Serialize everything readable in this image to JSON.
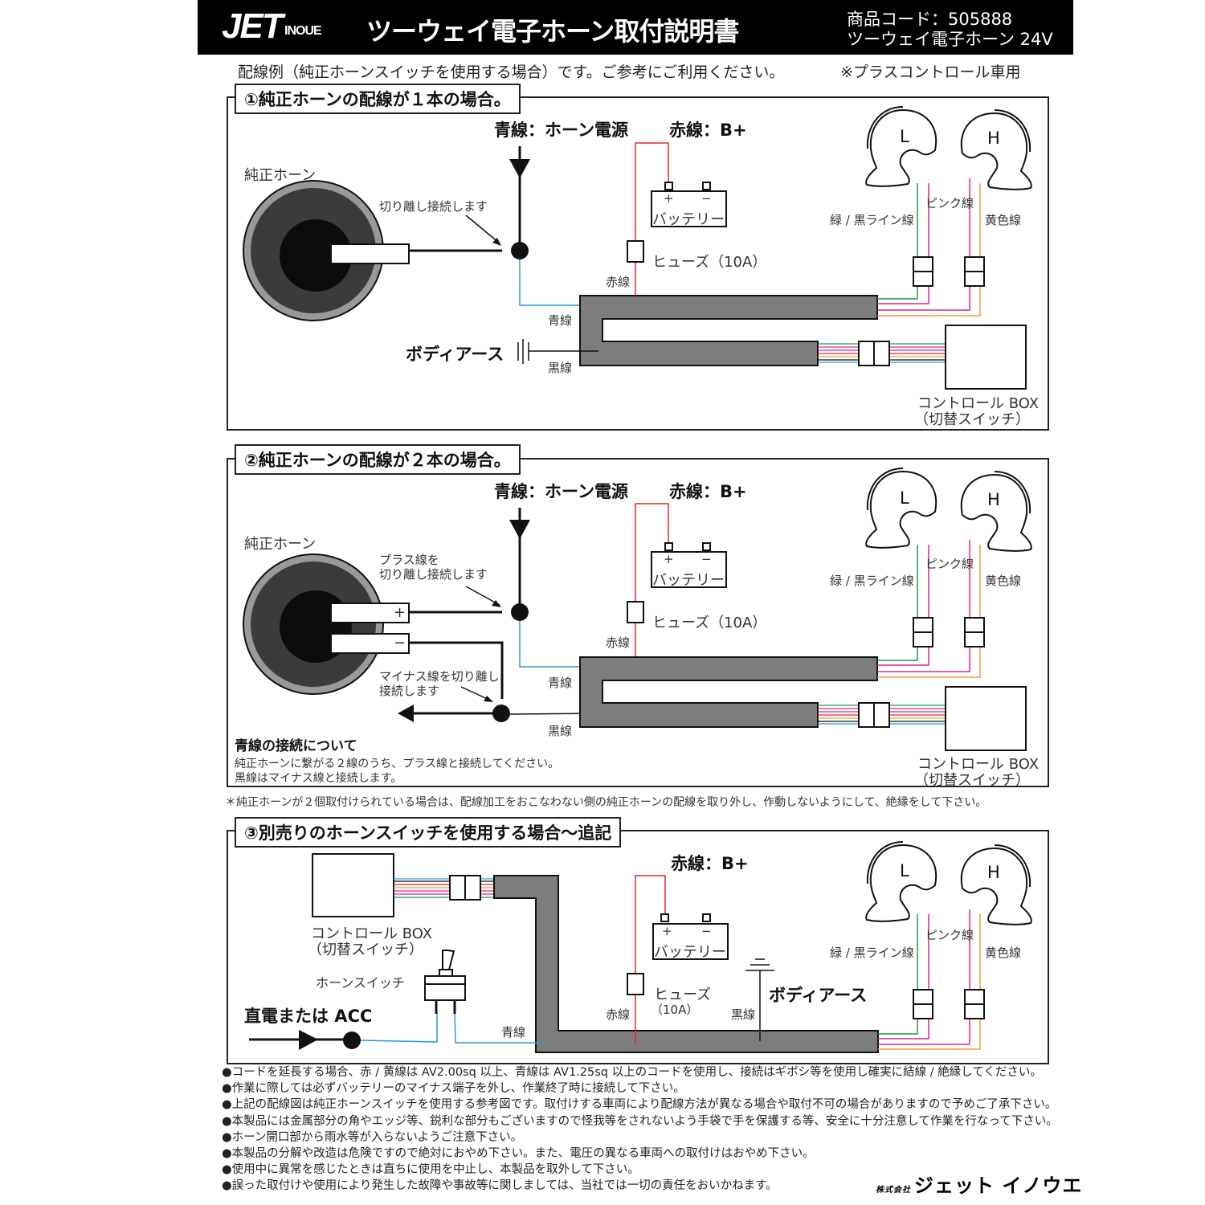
{
  "header": {
    "logo": "JET",
    "logo_sub": "INOUE",
    "title": "ツーウェイ電子ホーン取付説明書",
    "product_code": "商品コード：505888",
    "product_name": "ツーウェイ電子ホーン 24V"
  },
  "intro": {
    "text": "配線例（純正ホーンスイッチを使用する場合）です。ご参考にご利用ください。",
    "note": "※プラスコントロール車用"
  },
  "section1": {
    "title": "①純正ホーンの配線が１本の場合。",
    "blue_label": "青線：ホーン電源",
    "red_label": "赤線：B+",
    "stock_horn": "純正ホーン",
    "cut_connect": "切り離し接続します",
    "battery": "バッテリー",
    "battery_plus": "+",
    "battery_minus": "−",
    "fuse": "ヒューズ（10A）",
    "red_wire": "赤線",
    "blue_wire": "青線",
    "black_wire": "黒線",
    "body_ground": "ボディアース",
    "horn_low": "L",
    "horn_high": "H",
    "green_black": "緑 / 黒ライン線",
    "pink": "ピンク線",
    "yellow": "黄色線",
    "control_box": "コントロール BOX",
    "control_box_sub": "（切替スイッチ）"
  },
  "section2": {
    "title": "②純正ホーンの配線が２本の場合。",
    "blue_label": "青線：ホーン電源",
    "red_label": "赤線：B+",
    "stock_horn": "純正ホーン",
    "plus_cut_1": "プラス線を",
    "plus_cut_2": "切り離し接続します",
    "plus": "+",
    "minus": "−",
    "minus_cut_1": "マイナス線を切り離し",
    "minus_cut_2": "接続します",
    "battery": "バッテリー",
    "battery_plus": "+",
    "battery_minus": "−",
    "fuse": "ヒューズ（10A）",
    "red_wire": "赤線",
    "blue_wire": "青線",
    "black_wire": "黒線",
    "horn_low": "L",
    "horn_high": "H",
    "green_black": "緑 / 黒ライン線",
    "pink": "ピンク線",
    "yellow": "黄色線",
    "control_box": "コントロール BOX",
    "control_box_sub": "（切替スイッチ）",
    "blue_note_title": "青線の接続について",
    "blue_note_1": "純正ホーンに繋がる２線のうち、プラス線と接続してください。",
    "blue_note_2": "黒線はマイナス線と接続します。"
  },
  "between_note": "＊純正ホーンが２個取付けられている場合は、配線加工をおこなわない側の純正ホーンの配線を取り外し、作動しないようにして、絶縁をして下さい。",
  "section3": {
    "title": "③別売りのホーンスイッチを使用する場合〜追記",
    "red_label": "赤線：B+",
    "control_box": "コントロール BOX",
    "control_box_sub": "（切替スイッチ）",
    "horn_switch": "ホーンスイッチ",
    "power": "直電または ACC",
    "blue_wire": "青線",
    "battery": "バッテリー",
    "battery_plus": "+",
    "battery_minus": "−",
    "fuse": "ヒューズ",
    "fuse_sub": "（10A）",
    "red_wire": "赤線",
    "black_wire": "黒線",
    "body_ground": "ボディアース",
    "horn_low": "L",
    "horn_high": "H",
    "green_black": "緑 / 黒ライン線",
    "pink": "ピンク線",
    "yellow": "黄色線"
  },
  "bullets": [
    "●コードを延長する場合、赤 / 黄線は AV2.00sq 以上、青線は AV1.25sq 以上のコードを使用し、接続はギボシ等を使用し確実に結線 / 絶縁してください。",
    "●作業に際しては必ずバッテリーのマイナス端子を外し、作業終了時に接続して下さい。",
    "●上記の配線図は純正ホーンスイッチを使用する参考図です。取付けする車両により配線方法が異なる場合や取付不可の場合がありますので予めご了承下さい。",
    "●本製品には金属部分の角やエッジ等、鋭利な部分もございますので怪我等をされないよう手袋で手を保護する等、安全に十分注意して作業を行なって下さい。",
    "●ホーン開口部から雨水等が入らないようご注意下さい。",
    "●本製品の分解や改造は危険ですので絶対におやめ下さい。また、電圧の異なる車両への取付けはおやめ下さい。",
    "●使用中に異常を感じたときは直ちに使用を中止し、本製品を取外して下さい。",
    "●誤った取付けや使用により発生した故障や事故等に関しましては、当社では一切の責任をおいかねます。"
  ],
  "company": {
    "prefix": "株式会社",
    "name": "ジェット イノウエ"
  },
  "colors": {
    "red_wire": "#e0262e",
    "blue_wire": "#2a9ad6",
    "green_wire": "#1f9a4a",
    "pink_wire": "#d9278f",
    "yellow_wire": "#f0a030",
    "harness": "#7d7d7d"
  }
}
